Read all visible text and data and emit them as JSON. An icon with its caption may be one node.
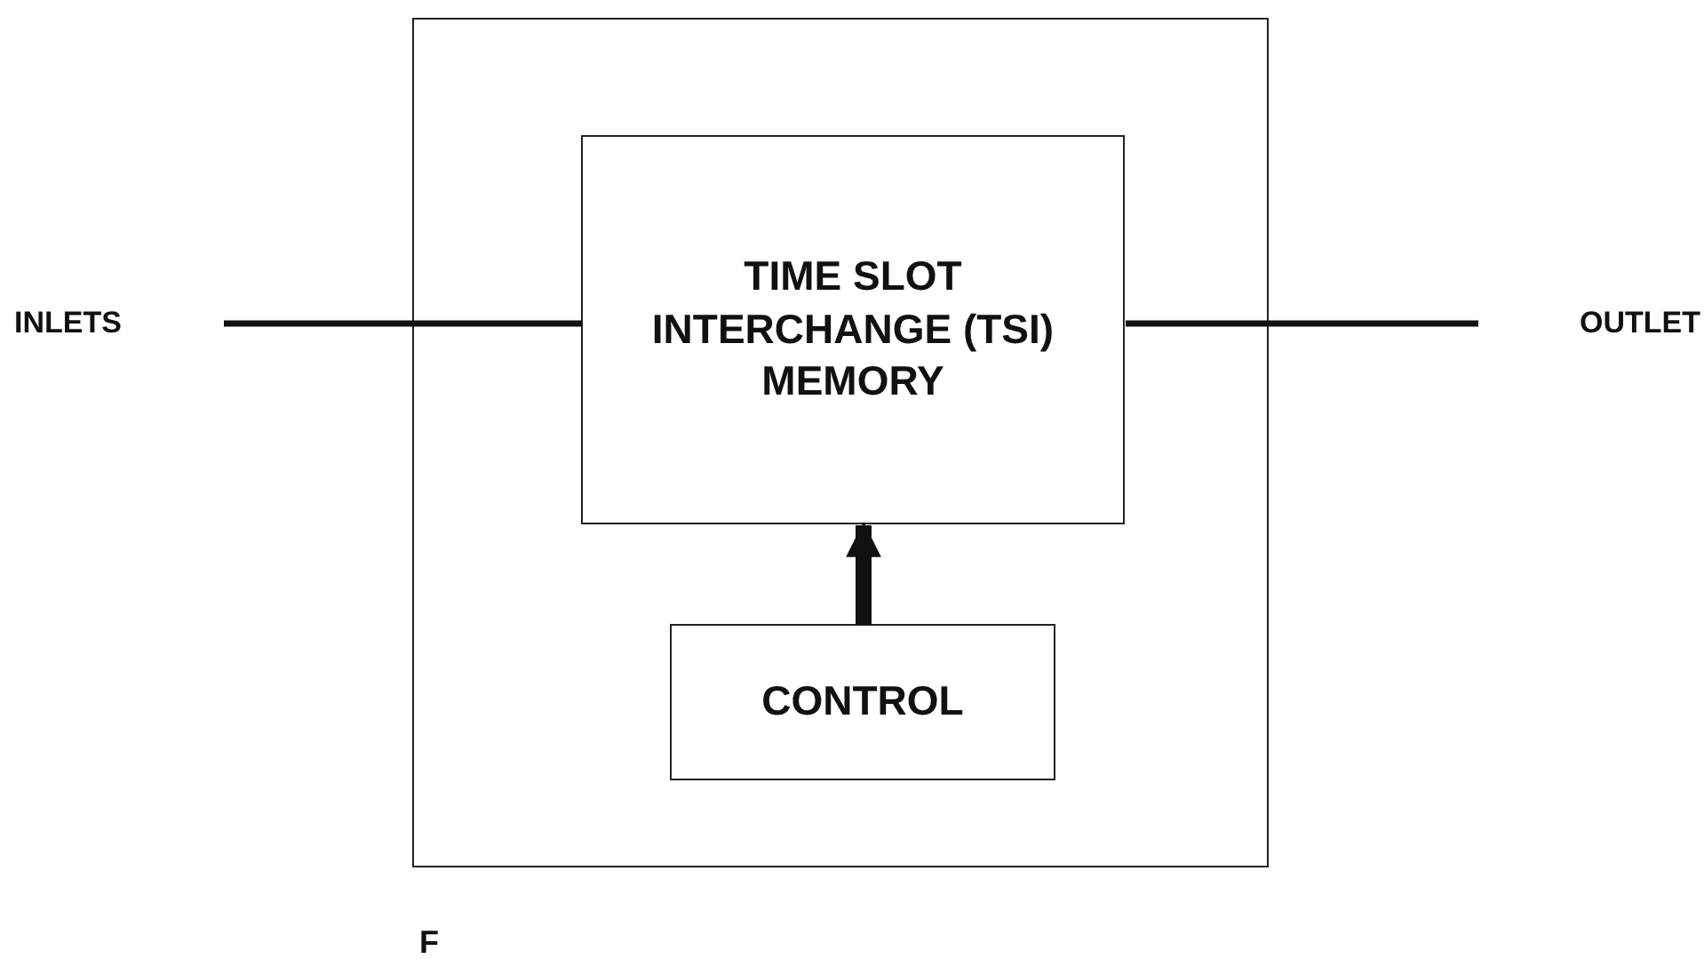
{
  "diagram": {
    "nodes": [
      {
        "text": [],
        "shape": "box"
      },
      {
        "text": [
          "TIME SLOT INTERCHANGE (TSI) MEMORY"
        ],
        "in": 0
      },
      {
        "text": [
          "CONTROL"
        ],
        "in": 0
      },
      {
        "text": [
          "INLETS"
        ]
      },
      {
        "text": [
          "OUTLET"
        ]
      }
    ],
    "edges": [
      {
        "from": 3,
        "to": 1,
        "arrow": "none"
      },
      {
        "from": 1,
        "to": 4,
        "arrow": "none"
      },
      {
        "from": 2,
        "to": 1,
        "arrow": "to",
        "style": "thick"
      }
    ],
    "labels": [
      "F"
    ]
  }
}
